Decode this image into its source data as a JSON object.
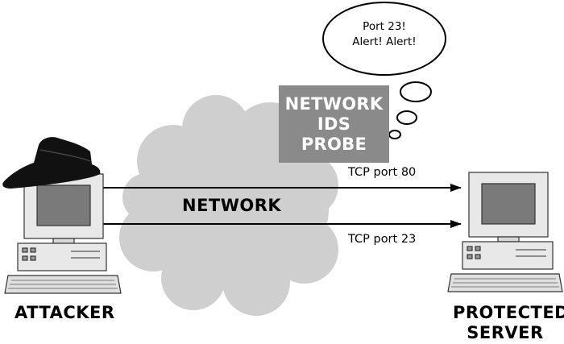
{
  "network_label": "NETWORK",
  "ids_probe": {
    "lines": [
      "NETWORK",
      "IDS",
      "PROBE"
    ]
  },
  "thought_bubble": {
    "lines": [
      "Port 23!",
      "Alert! Alert!"
    ]
  },
  "connections": [
    {
      "label": "TCP port 80"
    },
    {
      "label": "TCP port 23"
    }
  ],
  "attacker": {
    "label": "ATTACKER"
  },
  "server": {
    "label_lines": [
      "PROTECTED",
      "SERVER"
    ]
  },
  "colors": {
    "cloud": "#cfcfcf",
    "probe_box": "#8a8a8a",
    "computer_body": "#e8e8e8",
    "screen": "#7a7a7a",
    "hat": "#111111"
  }
}
